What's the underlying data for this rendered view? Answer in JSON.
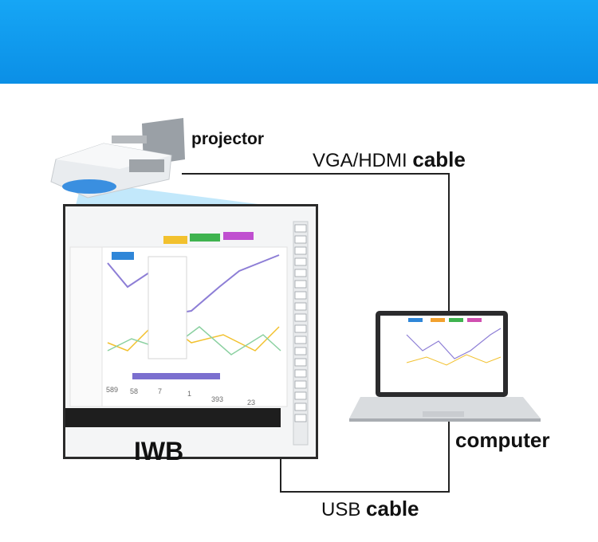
{
  "labels": {
    "projector": "projector",
    "vga_prefix": "VGA/HDMI",
    "vga_suffix": "cable",
    "iwb": "IWB",
    "computer": "computer",
    "usb_prefix": "USB",
    "usb_suffix": "cable"
  },
  "iwb_screen": {
    "stats": [
      "589",
      "58",
      "7",
      "1",
      "393",
      "23"
    ],
    "tab_colors": [
      "#2f86d8",
      "#f2c12e",
      "#3fb34f",
      "#c04fd0"
    ]
  },
  "colors": {
    "banner": "#1aa3f0",
    "cable": "#222222",
    "projector_light": "#7fd0f5"
  }
}
